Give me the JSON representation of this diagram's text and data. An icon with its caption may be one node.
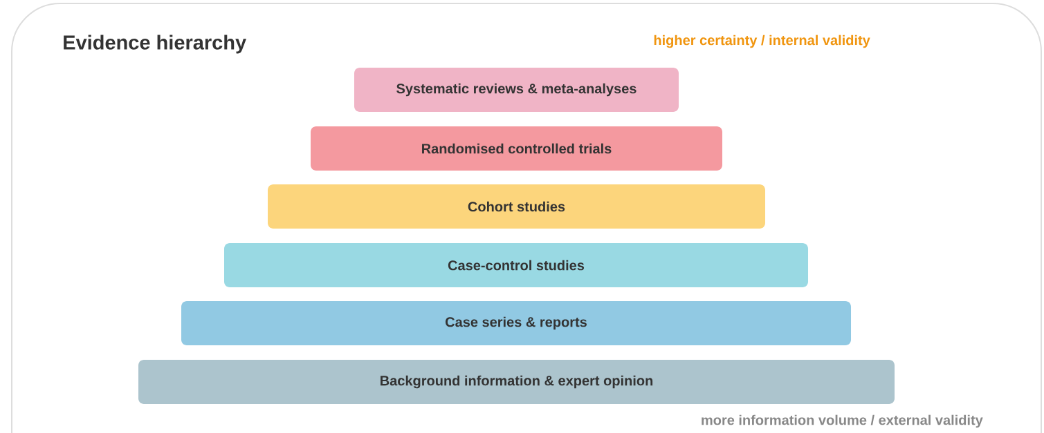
{
  "diagram": {
    "title": "Evidence hierarchy",
    "nodes": [
      {
        "text": [
          "Systematic reviews & meta-analyses"
        ]
      },
      {
        "text": [
          "Randomised controlled trials"
        ]
      },
      {
        "text": [
          "Cohort studies"
        ]
      },
      {
        "text": [
          "Case-control studies"
        ]
      },
      {
        "text": [
          "Case series & reports"
        ]
      },
      {
        "text": [
          "Background information & expert opinion"
        ]
      }
    ],
    "labels": [
      "higher certainty / internal validity",
      "more information volume / external validity"
    ]
  }
}
